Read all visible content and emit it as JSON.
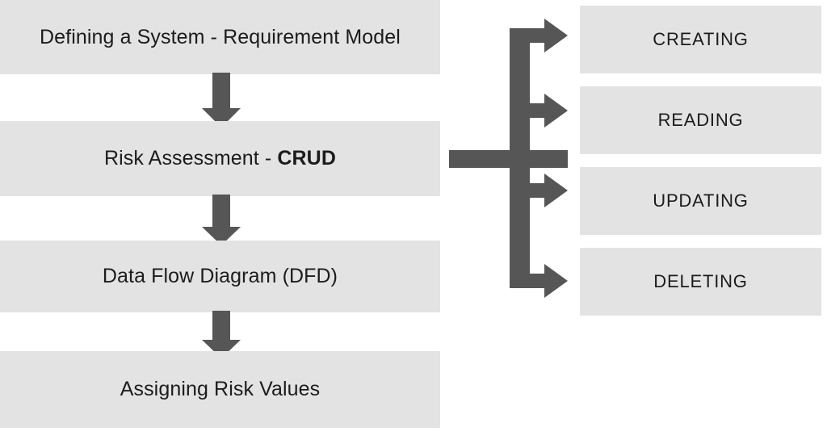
{
  "diagram": {
    "title": "Risk Assessment CRUD Flow",
    "colors": {
      "box_fill": "#e3e3e3",
      "arrow": "#565656",
      "text": "#1c1c1c",
      "background": "#ffffff"
    },
    "process_flow": {
      "steps": [
        {
          "id": "step-1",
          "label": "Defining a System - Requirement Model",
          "label_plain": "Defining a System - Requirement Model",
          "bold_segment": ""
        },
        {
          "id": "step-2",
          "label": "Risk Assessment - <b>CRUD</b>",
          "label_plain": "Risk Assessment - CRUD",
          "bold_segment": "CRUD"
        },
        {
          "id": "step-3",
          "label": "Data Flow Diagram (DFD)",
          "label_plain": "Data Flow Diagram (DFD)",
          "bold_segment": ""
        },
        {
          "id": "step-4",
          "label": "Assigning Risk Values",
          "label_plain": "Assigning Risk Values",
          "bold_segment": ""
        }
      ]
    },
    "crud_branches": {
      "source_step": "Risk Assessment - CRUD",
      "items": [
        {
          "id": "crud-create",
          "label": "CREATING"
        },
        {
          "id": "crud-read",
          "label": "READING"
        },
        {
          "id": "crud-update",
          "label": "UPDATING"
        },
        {
          "id": "crud-delete",
          "label": "DELETING"
        }
      ]
    },
    "connectors": {
      "down_arrow_count": 3,
      "branch_arrow_count": 4,
      "branch_type": "bracket-fan-right"
    }
  }
}
